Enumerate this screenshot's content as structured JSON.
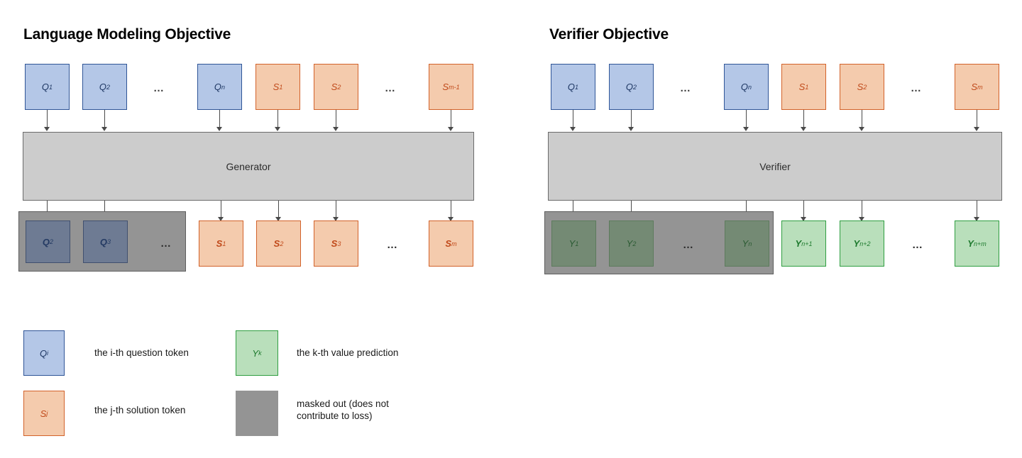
{
  "panels": [
    {
      "id": "language-modeling",
      "title": "Language Modeling Objective",
      "model_label": "Generator",
      "input_tokens": [
        {
          "base": "Q",
          "sub": "1",
          "kind": "q"
        },
        {
          "base": "Q",
          "sub": "2",
          "kind": "q"
        },
        {
          "base": "…",
          "sub": "",
          "kind": "ellipsis"
        },
        {
          "base": "Q",
          "sub": "n",
          "kind": "q"
        },
        {
          "base": "S",
          "sub": "1",
          "kind": "s"
        },
        {
          "base": "S",
          "sub": "2",
          "kind": "s"
        },
        {
          "base": "…",
          "sub": "",
          "kind": "ellipsis"
        },
        {
          "base": "S",
          "sub": "m-1",
          "kind": "s"
        }
      ],
      "output_tokens": [
        {
          "base": "Q",
          "sub": "2",
          "kind": "q-masked"
        },
        {
          "base": "Q",
          "sub": "3",
          "kind": "q-masked"
        },
        {
          "base": "…",
          "sub": "",
          "kind": "ellipsis-masked"
        },
        {
          "base": "S",
          "sub": "1",
          "kind": "s"
        },
        {
          "base": "S",
          "sub": "2",
          "kind": "s"
        },
        {
          "base": "S",
          "sub": "3",
          "kind": "s"
        },
        {
          "base": "…",
          "sub": "",
          "kind": "ellipsis"
        },
        {
          "base": "S",
          "sub": "m",
          "kind": "s"
        }
      ]
    },
    {
      "id": "verifier",
      "title": "Verifier Objective",
      "model_label": "Verifier",
      "input_tokens": [
        {
          "base": "Q",
          "sub": "1",
          "kind": "q"
        },
        {
          "base": "Q",
          "sub": "2",
          "kind": "q"
        },
        {
          "base": "…",
          "sub": "",
          "kind": "ellipsis"
        },
        {
          "base": "Q",
          "sub": "n",
          "kind": "q"
        },
        {
          "base": "S",
          "sub": "1",
          "kind": "s"
        },
        {
          "base": "S",
          "sub": "2",
          "kind": "s"
        },
        {
          "base": "…",
          "sub": "",
          "kind": "ellipsis"
        },
        {
          "base": "S",
          "sub": "m",
          "kind": "s"
        }
      ],
      "output_tokens": [
        {
          "base": "Y",
          "sub": "1",
          "kind": "y-masked"
        },
        {
          "base": "Y",
          "sub": "2",
          "kind": "y-masked"
        },
        {
          "base": "…",
          "sub": "",
          "kind": "ellipsis-masked"
        },
        {
          "base": "Y",
          "sub": "n",
          "kind": "y-masked"
        },
        {
          "base": "Y",
          "sub": "n+1",
          "kind": "y"
        },
        {
          "base": "Y",
          "sub": "n+2",
          "kind": "y"
        },
        {
          "base": "…",
          "sub": "",
          "kind": "ellipsis"
        },
        {
          "base": "Y",
          "sub": "n+m",
          "kind": "y"
        }
      ]
    }
  ],
  "legend": [
    {
      "swatch": "q",
      "base": "Q",
      "sub": "i",
      "text": "the i-th question token"
    },
    {
      "swatch": "s",
      "base": "S",
      "sub": "j",
      "text": "the j-th solution token"
    },
    {
      "swatch": "y",
      "base": "Y",
      "sub": "k",
      "text": "the k-th value prediction"
    },
    {
      "swatch": "gray",
      "base": "",
      "sub": "",
      "text": "masked out (does not contribute to loss)"
    }
  ],
  "colors": {
    "question_fill": "#b4c7e7",
    "question_border": "#2f5597",
    "solution_fill": "#f4cbad",
    "solution_border": "#d2622a",
    "value_fill": "#b9dfbb",
    "value_border": "#2f9e41",
    "mask_fill": "#949494",
    "mask_border": "#5e5e5e",
    "model_fill": "#cccccc",
    "model_border": "#6b6b6b",
    "arrow": "#4a4a4a"
  }
}
